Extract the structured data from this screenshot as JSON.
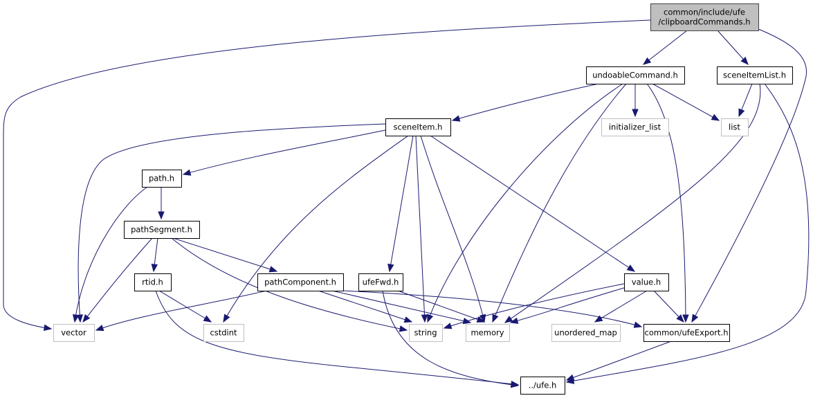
{
  "diagram": {
    "type": "include-dependency-graph",
    "colors": {
      "edge": "#191970",
      "root_fill": "#bfbfbf",
      "root_border": "#404040",
      "node_fill": "#ffffff",
      "node_border": "#000000",
      "external_border": "#bfbfbf"
    },
    "nodes": [
      {
        "id": "root",
        "lines": [
          "common/include/ufe",
          "/clipboardCommands.h"
        ],
        "kind": "root"
      },
      {
        "id": "undoableCommand",
        "lines": [
          "undoableCommand.h"
        ],
        "kind": "file"
      },
      {
        "id": "sceneItemList",
        "lines": [
          "sceneItemList.h"
        ],
        "kind": "file"
      },
      {
        "id": "sceneItem",
        "lines": [
          "sceneItem.h"
        ],
        "kind": "file"
      },
      {
        "id": "initializer_list",
        "lines": [
          "initializer_list"
        ],
        "kind": "external"
      },
      {
        "id": "list",
        "lines": [
          "list"
        ],
        "kind": "external"
      },
      {
        "id": "path",
        "lines": [
          "path.h"
        ],
        "kind": "file"
      },
      {
        "id": "pathSegment",
        "lines": [
          "pathSegment.h"
        ],
        "kind": "file"
      },
      {
        "id": "rtid",
        "lines": [
          "rtid.h"
        ],
        "kind": "file"
      },
      {
        "id": "pathComponent",
        "lines": [
          "pathComponent.h"
        ],
        "kind": "file"
      },
      {
        "id": "ufeFwd",
        "lines": [
          "ufeFwd.h"
        ],
        "kind": "file"
      },
      {
        "id": "value",
        "lines": [
          "value.h"
        ],
        "kind": "file"
      },
      {
        "id": "vector",
        "lines": [
          "vector"
        ],
        "kind": "external"
      },
      {
        "id": "cstdint",
        "lines": [
          "cstdint"
        ],
        "kind": "external"
      },
      {
        "id": "string",
        "lines": [
          "string"
        ],
        "kind": "external"
      },
      {
        "id": "memory",
        "lines": [
          "memory"
        ],
        "kind": "external"
      },
      {
        "id": "unordered_map",
        "lines": [
          "unordered_map"
        ],
        "kind": "external"
      },
      {
        "id": "ufeExport",
        "lines": [
          "common/ufeExport.h"
        ],
        "kind": "file"
      },
      {
        "id": "ufe",
        "lines": [
          "../ufe.h"
        ],
        "kind": "file"
      }
    ],
    "edges": [
      {
        "from": "root",
        "to": "undoableCommand"
      },
      {
        "from": "root",
        "to": "sceneItemList"
      },
      {
        "from": "root",
        "to": "vector"
      },
      {
        "from": "root",
        "to": "ufeExport"
      },
      {
        "from": "undoableCommand",
        "to": "sceneItem"
      },
      {
        "from": "undoableCommand",
        "to": "initializer_list"
      },
      {
        "from": "undoableCommand",
        "to": "list"
      },
      {
        "from": "undoableCommand",
        "to": "string"
      },
      {
        "from": "undoableCommand",
        "to": "memory"
      },
      {
        "from": "undoableCommand",
        "to": "ufeExport"
      },
      {
        "from": "sceneItemList",
        "to": "list"
      },
      {
        "from": "sceneItemList",
        "to": "memory"
      },
      {
        "from": "sceneItemList",
        "to": "ufe"
      },
      {
        "from": "sceneItem",
        "to": "path"
      },
      {
        "from": "sceneItem",
        "to": "vector"
      },
      {
        "from": "sceneItem",
        "to": "cstdint"
      },
      {
        "from": "sceneItem",
        "to": "ufeFwd"
      },
      {
        "from": "sceneItem",
        "to": "string"
      },
      {
        "from": "sceneItem",
        "to": "memory"
      },
      {
        "from": "sceneItem",
        "to": "value"
      },
      {
        "from": "path",
        "to": "pathSegment"
      },
      {
        "from": "path",
        "to": "vector"
      },
      {
        "from": "pathSegment",
        "to": "rtid"
      },
      {
        "from": "pathSegment",
        "to": "pathComponent"
      },
      {
        "from": "pathSegment",
        "to": "vector"
      },
      {
        "from": "pathSegment",
        "to": "string"
      },
      {
        "from": "rtid",
        "to": "cstdint"
      },
      {
        "from": "rtid",
        "to": "ufe"
      },
      {
        "from": "pathComponent",
        "to": "vector"
      },
      {
        "from": "pathComponent",
        "to": "string"
      },
      {
        "from": "pathComponent",
        "to": "memory"
      },
      {
        "from": "pathComponent",
        "to": "ufeExport"
      },
      {
        "from": "ufeFwd",
        "to": "memory"
      },
      {
        "from": "ufeFwd",
        "to": "ufe"
      },
      {
        "from": "value",
        "to": "string"
      },
      {
        "from": "value",
        "to": "memory"
      },
      {
        "from": "value",
        "to": "unordered_map"
      },
      {
        "from": "value",
        "to": "ufeExport"
      },
      {
        "from": "ufeExport",
        "to": "ufe"
      }
    ]
  }
}
